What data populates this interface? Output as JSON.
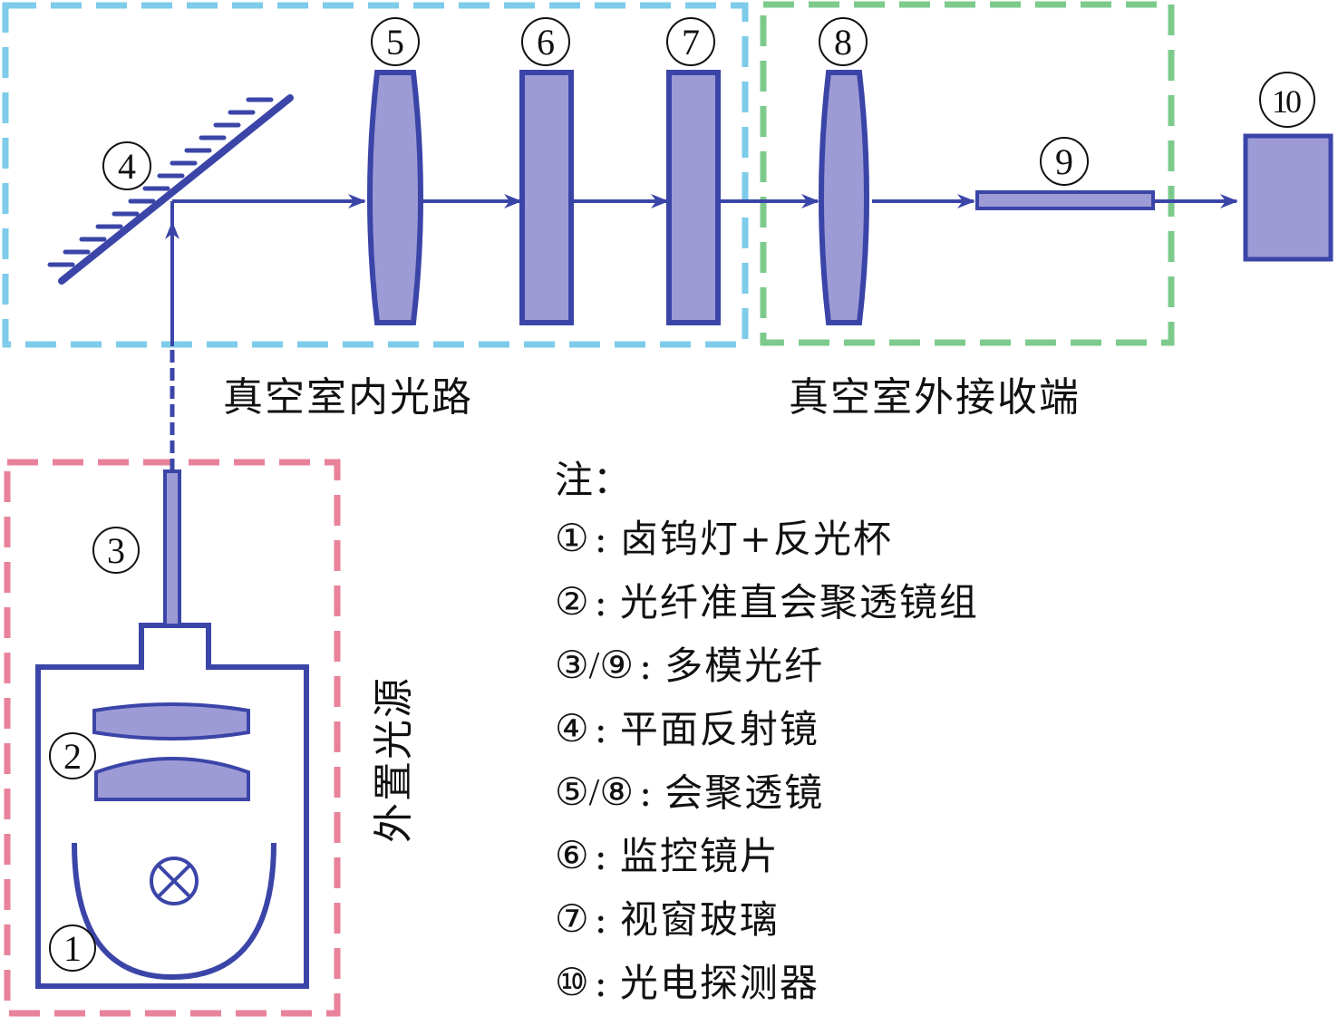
{
  "colors": {
    "component_stroke": "#3b45a8",
    "component_fill": "#9d9bd6",
    "vacuum_inner_box": "#7ecbea",
    "vacuum_outer_box": "#7ccb8c",
    "external_source_box": "#e8829a",
    "text": "#111111"
  },
  "regions": {
    "vacuum_inner": {
      "label": "真空室内光路"
    },
    "vacuum_outer": {
      "label": "真空室外接收端"
    },
    "external_source": {
      "label": "外置光源"
    }
  },
  "components": [
    {
      "id": "1",
      "marker": "①",
      "name": "卤钨灯+反光杯",
      "icon": "lamp-reflector"
    },
    {
      "id": "2",
      "marker": "②",
      "name": "光纤准直会聚透镜组",
      "icon": "lens-group"
    },
    {
      "id": "3",
      "marker": "③",
      "name": "多模光纤",
      "icon": "fiber"
    },
    {
      "id": "4",
      "marker": "④",
      "name": "平面反射镜",
      "icon": "flat-mirror"
    },
    {
      "id": "5",
      "marker": "⑤",
      "name": "会聚透镜",
      "icon": "convex-lens"
    },
    {
      "id": "6",
      "marker": "⑥",
      "name": "监控镜片",
      "icon": "monitor-plate"
    },
    {
      "id": "7",
      "marker": "⑦",
      "name": "视窗玻璃",
      "icon": "window-glass"
    },
    {
      "id": "8",
      "marker": "⑧",
      "name": "会聚透镜",
      "icon": "convex-lens"
    },
    {
      "id": "9",
      "marker": "⑨",
      "name": "多模光纤",
      "icon": "fiber"
    },
    {
      "id": "10",
      "marker": "⑩",
      "name": "光电探测器",
      "icon": "photodetector"
    }
  ],
  "labels": {
    "n1": "①",
    "n2": "②",
    "n3": "③",
    "n4": "④",
    "n5": "⑤",
    "n6": "⑥",
    "n7": "⑦",
    "n8": "⑧",
    "n9": "⑨",
    "n10": "10"
  },
  "legend": {
    "title": "注：",
    "items": [
      {
        "key": "①",
        "desc": "卤钨灯+反光杯"
      },
      {
        "key": "②",
        "desc": "光纤准直会聚透镜组"
      },
      {
        "key": "③/⑨",
        "desc": "多模光纤"
      },
      {
        "key": "④",
        "desc": "平面反射镜"
      },
      {
        "key": "⑤/⑧",
        "desc": "会聚透镜"
      },
      {
        "key": "⑥",
        "desc": "监控镜片"
      },
      {
        "key": "⑦",
        "desc": "视窗玻璃"
      },
      {
        "key": "⑩",
        "desc": "光电探测器"
      }
    ]
  }
}
